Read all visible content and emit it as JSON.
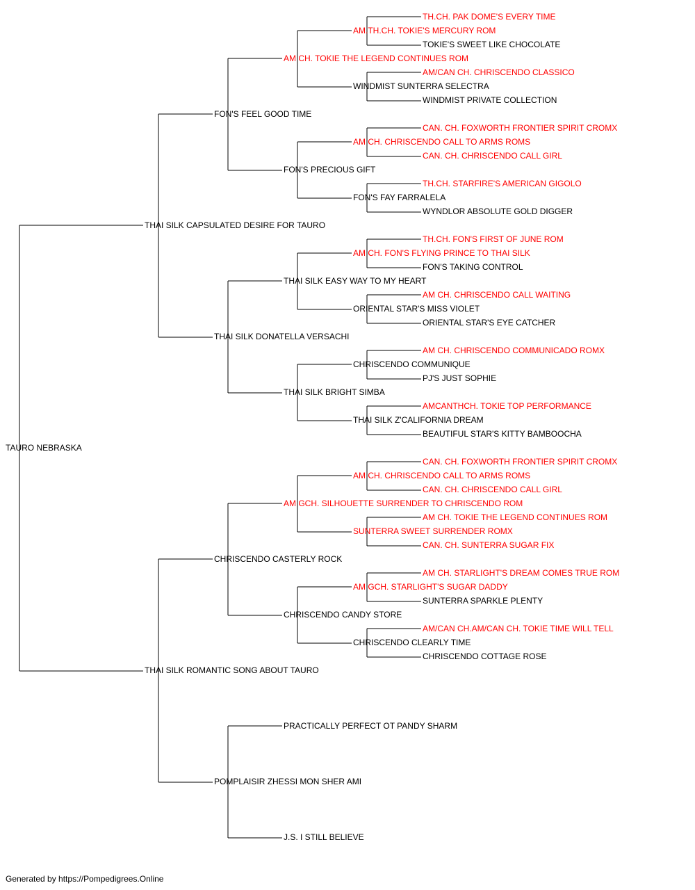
{
  "colors": {
    "champion": "#ff0000",
    "normal": "#000000",
    "line": "#000000"
  },
  "pedigree": {
    "subject": {
      "name": "TAURO NEBRASKA",
      "champion": false
    },
    "sire": {
      "name": "THAI SILK CAPSULATED DESIRE FOR TAURO",
      "champion": false,
      "sire": {
        "name": "FON'S FEEL GOOD TIME",
        "champion": false,
        "sire": {
          "name": "AM CH. TOKIE THE LEGEND CONTINUES ROM",
          "champion": true,
          "sire": {
            "name": "AM.TH.CH. TOKIE'S MERCURY ROM",
            "champion": true,
            "sire": {
              "name": "TH.CH. PAK DOME'S EVERY TIME",
              "champion": true
            },
            "dam": {
              "name": "TOKIE'S SWEET LIKE CHOCOLATE",
              "champion": false
            }
          },
          "dam": {
            "name": "WINDMIST SUNTERRA SELECTRA",
            "champion": false,
            "sire": {
              "name": "AM/CAN CH. CHRISCENDO CLASSICO",
              "champion": true
            },
            "dam": {
              "name": "WINDMIST PRIVATE COLLECTION",
              "champion": false
            }
          }
        },
        "dam": {
          "name": "FON'S PRECIOUS GIFT",
          "champion": false,
          "sire": {
            "name": "AM CH. CHRISCENDO CALL TO ARMS ROMS",
            "champion": true,
            "sire": {
              "name": "CAN. CH. FOXWORTH FRONTIER SPIRIT CROMX",
              "champion": true
            },
            "dam": {
              "name": "CAN. CH. CHRISCENDO CALL GIRL",
              "champion": true
            }
          },
          "dam": {
            "name": "FON'S FAY FARRALELA",
            "champion": false,
            "sire": {
              "name": "TH.CH. STARFIRE'S AMERICAN GIGOLO",
              "champion": true
            },
            "dam": {
              "name": "WYNDLOR ABSOLUTE GOLD DIGGER",
              "champion": false
            }
          }
        }
      },
      "dam": {
        "name": "THAI SILK DONATELLA VERSACHI",
        "champion": false,
        "sire": {
          "name": "THAI SILK EASY WAY TO MY HEART",
          "champion": false,
          "sire": {
            "name": "AM CH. FON'S FLYING PRINCE TO THAI SILK",
            "champion": true,
            "sire": {
              "name": "TH.CH. FON'S FIRST OF JUNE ROM",
              "champion": true
            },
            "dam": {
              "name": "FON'S TAKING CONTROL",
              "champion": false
            }
          },
          "dam": {
            "name": "ORIENTAL STAR'S MISS VIOLET",
            "champion": false,
            "sire": {
              "name": "AM CH. CHRISCENDO CALL WAITING",
              "champion": true
            },
            "dam": {
              "name": "ORIENTAL STAR'S EYE CATCHER",
              "champion": false
            }
          }
        },
        "dam": {
          "name": "THAI SILK BRIGHT SIMBA",
          "champion": false,
          "sire": {
            "name": "CHRISCENDO COMMUNIQUE",
            "champion": false,
            "sire": {
              "name": "AM CH. CHRISCENDO COMMUNICADO ROMX",
              "champion": true
            },
            "dam": {
              "name": "PJ'S JUST SOPHIE",
              "champion": false
            }
          },
          "dam": {
            "name": "THAI SILK Z'CALIFORNIA DREAM",
            "champion": false,
            "sire": {
              "name": "AMCANTHCH. TOKIE TOP PERFORMANCE",
              "champion": true
            },
            "dam": {
              "name": "BEAUTIFUL STAR'S KITTY BAMBOOCHA",
              "champion": false
            }
          }
        }
      }
    },
    "dam": {
      "name": "THAI SILK ROMANTIC SONG ABOUT TAURO",
      "champion": false,
      "sire": {
        "name": "CHRISCENDO CASTERLY ROCK",
        "champion": false,
        "sire": {
          "name": "AM GCH. SILHOUETTE SURRENDER TO CHRISCENDO ROM",
          "champion": true,
          "sire": {
            "name": "AM CH. CHRISCENDO CALL TO ARMS ROMS",
            "champion": true,
            "sire": {
              "name": "CAN. CH. FOXWORTH FRONTIER SPIRIT CROMX",
              "champion": true
            },
            "dam": {
              "name": "CAN. CH. CHRISCENDO CALL GIRL",
              "champion": true
            }
          },
          "dam": {
            "name": "SUNTERRA SWEET SURRENDER ROMX",
            "champion": true,
            "sire": {
              "name": "AM CH. TOKIE THE LEGEND CONTINUES ROM",
              "champion": true
            },
            "dam": {
              "name": "CAN. CH. SUNTERRA SUGAR FIX",
              "champion": true
            }
          }
        },
        "dam": {
          "name": "CHRISCENDO CANDY STORE",
          "champion": false,
          "sire": {
            "name": "AM GCH. STARLIGHT'S SUGAR DADDY",
            "champion": true,
            "sire": {
              "name": "AM CH. STARLIGHT'S DREAM COMES TRUE ROM",
              "champion": true
            },
            "dam": {
              "name": "SUNTERRA SPARKLE PLENTY",
              "champion": false
            }
          },
          "dam": {
            "name": "CHRISCENDO CLEARLY TIME",
            "champion": false,
            "sire": {
              "name": "AM/CAN CH.AM/CAN CH. TOKIE TIME WILL TELL",
              "champion": true
            },
            "dam": {
              "name": "CHRISCENDO COTTAGE ROSE",
              "champion": false
            }
          }
        }
      },
      "dam": {
        "name": "POMPLAISIR ZHESSI MON SHER AMI",
        "champion": false,
        "sire": {
          "name": "PRACTICALLY PERFECT OT PANDY SHARM",
          "champion": false
        },
        "dam": {
          "name": "J.S. I STILL BELIEVE",
          "champion": false
        }
      }
    }
  },
  "footer": {
    "text": "Generated by https://Pompedigrees.Online"
  }
}
